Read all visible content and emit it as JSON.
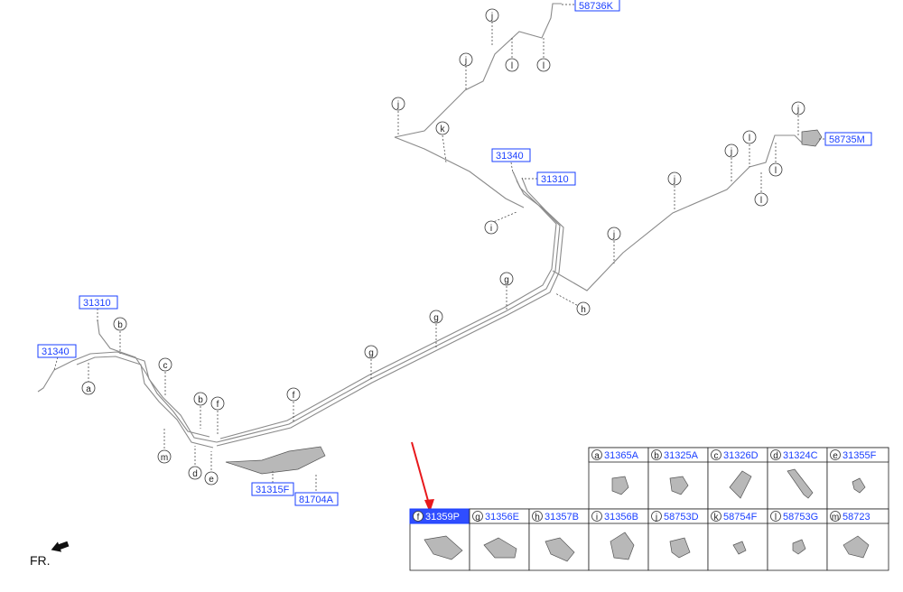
{
  "labels": {
    "l_58736K": "58736K",
    "l_58735M": "58735M",
    "l_31340_top": "31340",
    "l_31310_top": "31310",
    "l_31310_left": "31310",
    "l_31340_left": "31340",
    "l_31315F": "31315F",
    "l_81704A": "81704A"
  },
  "callouts": {
    "j": "j",
    "k": "k",
    "i": "i",
    "g": "g",
    "h": "h",
    "l": "l",
    "a": "a",
    "b": "b",
    "c": "c",
    "d": "d",
    "e": "e",
    "f": "f",
    "m": "m"
  },
  "parts_table": {
    "row1": [
      {
        "letter": "a",
        "number": "31365A"
      },
      {
        "letter": "b",
        "number": "31325A"
      },
      {
        "letter": "c",
        "number": "31326D"
      },
      {
        "letter": "d",
        "number": "31324C"
      },
      {
        "letter": "e",
        "number": "31355F"
      }
    ],
    "row2": [
      {
        "letter": "f",
        "number": "31359P"
      },
      {
        "letter": "g",
        "number": "31356E"
      },
      {
        "letter": "h",
        "number": "31357B"
      },
      {
        "letter": "i",
        "number": "31356B"
      },
      {
        "letter": "j",
        "number": "58753D"
      },
      {
        "letter": "k",
        "number": "58754F"
      },
      {
        "letter": "l",
        "number": "58753G"
      },
      {
        "letter": "m",
        "number": "58723"
      }
    ]
  },
  "front_marker": "FR.",
  "highlight_color": "#2f4dff",
  "arrow_color": "#e8191c"
}
